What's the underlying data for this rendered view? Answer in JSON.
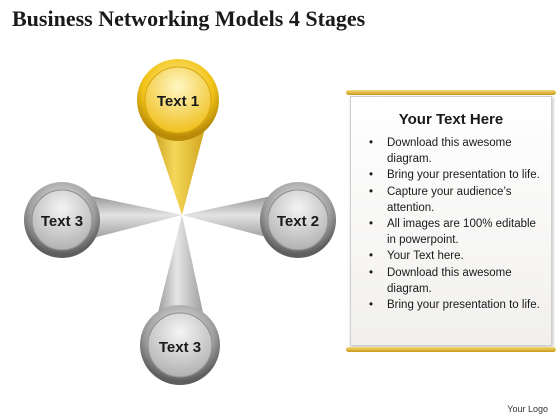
{
  "title": "Business Networking Models 4 Stages",
  "stages": [
    {
      "label": "Text 1",
      "color": "#f0c419"
    },
    {
      "label": "Text 2",
      "color": "#a9a9a9"
    },
    {
      "label": "Text 3",
      "color": "#a9a9a9"
    },
    {
      "label": "Text 3",
      "color": "#a9a9a9"
    }
  ],
  "panel": {
    "title": "Your Text Here",
    "bullets": [
      "Download this awesome diagram.",
      "Bring your presentation to life.",
      "Capture your audience’s attention.",
      "All images are 100% editable in powerpoint.",
      "Your Text here.",
      "Download this awesome diagram.",
      "Bring your presentation to life."
    ]
  },
  "footer": {
    "logo": "Your Logo"
  }
}
